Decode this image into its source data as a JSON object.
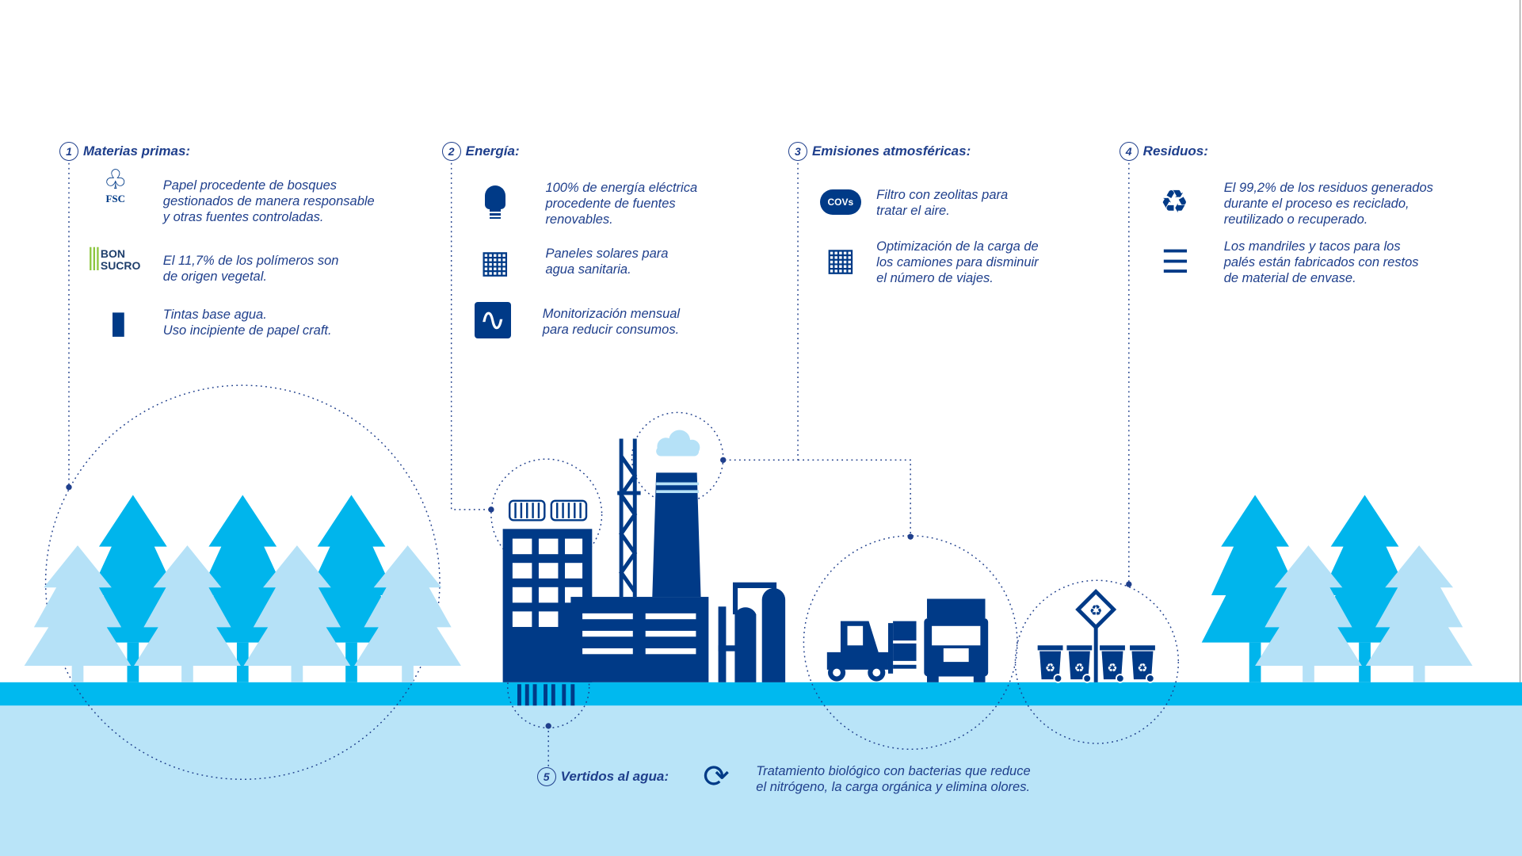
{
  "sections": [
    {
      "num": "1",
      "title": "Materias primas:",
      "items": [
        {
          "icon": "fsc-logo-icon",
          "logo_text": "FSC",
          "text": "Papel procedente de bosques\ngestionados de manera responsable\ny otras fuentes controladas."
        },
        {
          "icon": "bonsucro-logo-icon",
          "logo_text": "BON SUCRO",
          "text": "El 11,7% de los polímeros son\nde origen vegetal."
        },
        {
          "icon": "ink-carton-icon",
          "text": "Tintas base agua.\nUso incipiente de papel craft."
        }
      ]
    },
    {
      "num": "2",
      "title": "Energía:",
      "items": [
        {
          "icon": "eco-lightbulb-icon",
          "text": "100% de energía eléctrica\nprocedente de fuentes\nrenovables."
        },
        {
          "icon": "solar-panel-icon",
          "text": "Paneles solares para\nagua sanitaria."
        },
        {
          "icon": "monitor-pulse-icon",
          "text": "Monitorización mensual\npara reducir consumos."
        }
      ]
    },
    {
      "num": "3",
      "title": "Emisiones atmosféricas:",
      "items": [
        {
          "icon": "covs-cloud-icon",
          "icon_text": "COVs",
          "text": "Filtro con zeolitas para\ntratar el aire."
        },
        {
          "icon": "pallet-boxes-icon",
          "text": "Optimización de la carga de\nlos camiones para disminuir\nel número de viajes."
        }
      ]
    },
    {
      "num": "4",
      "title": "Residuos:",
      "items": [
        {
          "icon": "recycle-icon",
          "text": "El 99,2% de los residuos generados\ndurante el proceso es reciclado,\nreutilizado o recuperado."
        },
        {
          "icon": "pallet-icon",
          "text": "Los mandriles y tacos para los\npalés están fabricados con restos\nde material de envase."
        }
      ]
    },
    {
      "num": "5",
      "title": "Vertidos al agua:",
      "items": [
        {
          "icon": "water-cycle-icon",
          "text": "Tratamiento biológico con bacterias que reduce\nel nitrógeno, la carga orgánica y elimina olores."
        }
      ]
    }
  ],
  "colors": {
    "navy": "#003a87",
    "text": "#1f3f8c",
    "tree_dark": "#00b5ec",
    "tree_light": "#b5e1f7",
    "ground": "#00b9ef",
    "water": "#b9e4f8"
  }
}
